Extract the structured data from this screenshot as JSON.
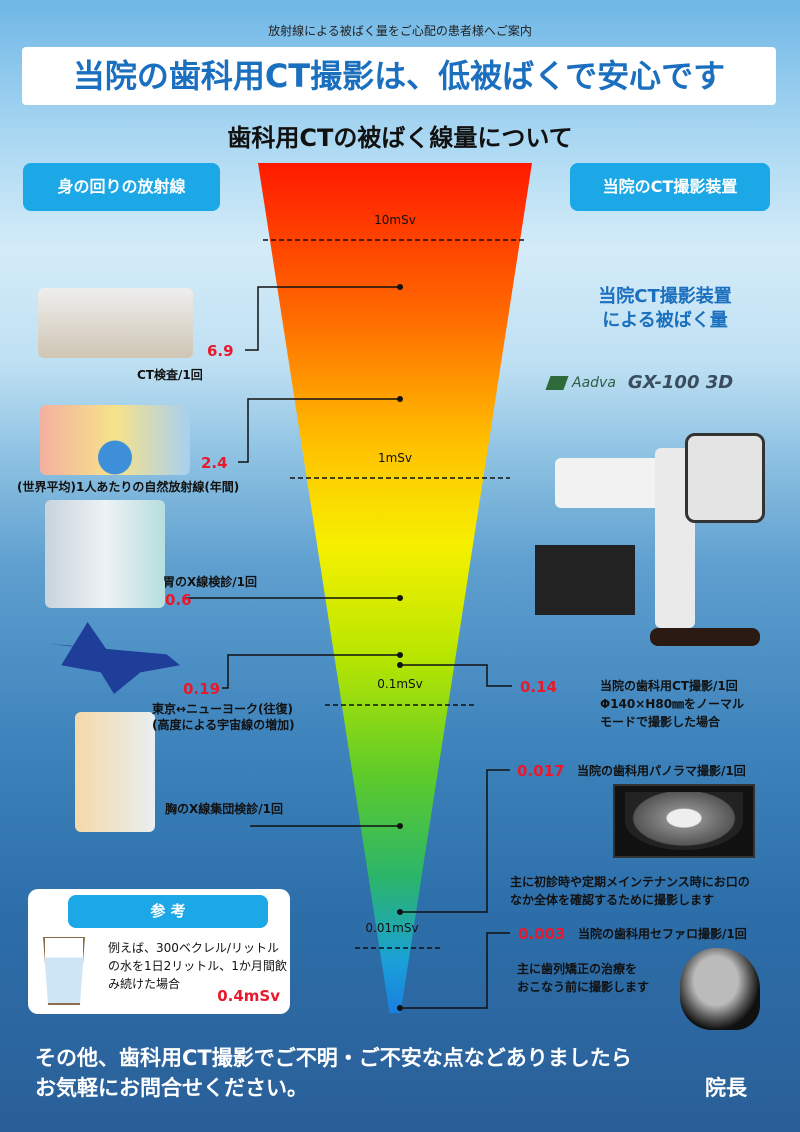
{
  "header": {
    "subtitle": "放射線による被ばく量をご心配の患者様へご案内",
    "title": "当院の歯科用CT撮影は、低被ばくで安心です",
    "section_title": "歯科用CTの被ばく線量について"
  },
  "left_heading": "身の回りの放射線",
  "right_heading": "当院のCT撮影装置",
  "scale": [
    "10mSv",
    "1mSv",
    "0.1mSv",
    "0.01mSv"
  ],
  "left_items": [
    {
      "value": "6.9",
      "label": "CT検査/1回"
    },
    {
      "value": "2.4",
      "label": "(世界平均)1人あたりの自然放射線(年間)"
    },
    {
      "value": "0.6",
      "label": "胃のX線検診/1回"
    },
    {
      "value": "0.19",
      "label": "東京↔ニューヨーク(往復)",
      "label2": "(高度による宇宙線の増加)"
    },
    {
      "value": "",
      "label": "胸のX線集団検診/1回"
    }
  ],
  "device": {
    "heading_line1": "当院CT撮影装置",
    "heading_line2": "による被ばく量",
    "brand": "Aadva",
    "model": "GX-100 3D"
  },
  "right_items": [
    {
      "value": "0.14",
      "label": "当院の歯科用CT撮影/1回",
      "desc1": "Φ140×H80㎜をノーマル",
      "desc2": "モードで撮影した場合"
    },
    {
      "value": "0.017",
      "label": "当院の歯科用パノラマ撮影/1回",
      "desc1": "主に初診時や定期メインテナンス時にお口の",
      "desc2": "なか全体を確認するために撮影します"
    },
    {
      "value": "0.003",
      "label": "当院の歯科用セファロ撮影/1回",
      "desc1": "主に歯列矯正の治療を",
      "desc2": "おこなう前に撮影します"
    }
  ],
  "reference": {
    "title": "参 考",
    "line1": "例えば、300ベクレル/リットル",
    "line2": "の水を1日2リットル、1か月間飲",
    "line3": "み続けた場合",
    "value": "0.4mSv"
  },
  "footer": {
    "line1": "その他、歯科用CT撮影でご不明・ご不安な点などありましたら",
    "line2": "お気軽にお問合せください。",
    "signature": "院長"
  },
  "colors": {
    "title_blue": "#1a6fbf",
    "pill": "#1ca7e6",
    "value_red": "#e8192c"
  }
}
